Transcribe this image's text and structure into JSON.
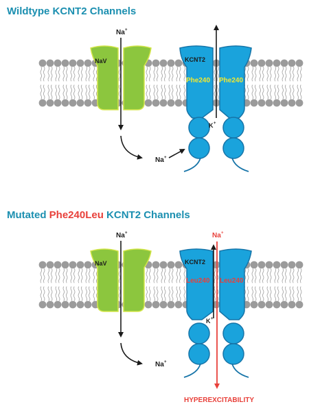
{
  "panels": [
    {
      "title": "Wildtype KCNT2 Channels",
      "nav_label": "NaV",
      "kcnt2_label": "KCNT2",
      "residue_left": "Phe240",
      "residue_right": "Phe240",
      "na_in": "Na",
      "na_in_sup": "+",
      "na_cyto": "Na",
      "na_cyto_sup": "+",
      "k_label": "K",
      "k_sup": "+"
    },
    {
      "title_pre": "Mutated ",
      "title_highlight": "Phe240Leu",
      "title_post": " KCNT2 Channels",
      "nav_label": "NaV",
      "kcnt2_label": "KCNT2",
      "residue_left": "Leu240",
      "residue_right": "Leu240",
      "na_in": "Na",
      "na_in_sup": "+",
      "na_out": "Na",
      "na_out_sup": "+",
      "na_cyto": "Na",
      "na_cyto_sup": "+",
      "k_label": "K",
      "k_sup": "+",
      "effect": "HYPEREXCITABILITY"
    }
  ],
  "colors": {
    "title": "#1b8fb0",
    "highlight": "#e8403a",
    "nav_fill": "#8cc63e",
    "nav_stroke": "#d4e64a",
    "kcnt2_fill": "#1aa3dc",
    "kcnt2_stroke": "#1674a8",
    "lipid_head": "#9b9b9b",
    "residue_wt": "#f2e830",
    "residue_mut": "#e8403a",
    "arrow": "#1a1a1a"
  }
}
